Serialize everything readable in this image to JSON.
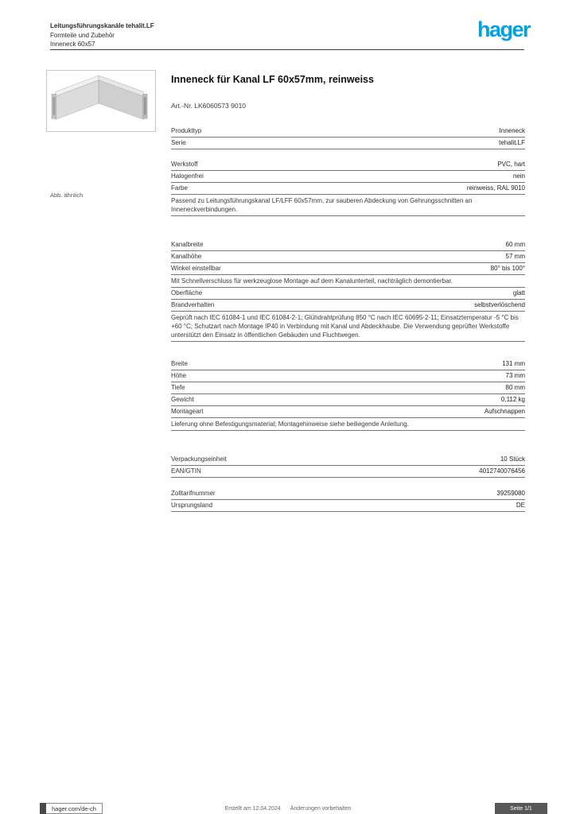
{
  "header": {
    "category_lines": [
      "Leitungsführungskanäle tehalit.LF",
      "Formteile und Zubehör",
      "Inneneck 60x57"
    ],
    "logo": "hager",
    "brand_color": "#00a3e2"
  },
  "product": {
    "title": "Inneneck für Kanal LF 60x57mm, reinweiss",
    "reference": "Art.-Nr. LK6060573 9010",
    "image_caption": "Abb. ähnlich"
  },
  "sections": [
    {
      "rows": [
        {
          "label": "Produkttyp",
          "value": "Inneneck"
        },
        {
          "label": "Serie",
          "value": "tehalit.LF"
        }
      ]
    },
    {
      "rows": [
        {
          "label": "Werkstoff",
          "value": "PVC, hart"
        },
        {
          "label": "Halogenfrei",
          "value": "nein"
        },
        {
          "label": "Farbe",
          "value": "reinweiss, RAL 9010"
        },
        {
          "long": "Passend zu Leitungsführungskanal LF/LFF 60x57mm, zur sauberen Abdeckung von Gehrungsschnitten an Inneneckverbindungen."
        }
      ]
    },
    {
      "rows": [
        {
          "label": "Kanalbreite",
          "value": "60 mm"
        },
        {
          "label": "Kanalhöhe",
          "value": "57 mm"
        },
        {
          "label": "Winkel einstellbar",
          "value": "80° bis 100°"
        },
        {
          "long": "Mit Schnellverschluss für werkzeuglose Montage auf dem Kanalunterteil, nachträglich demontierbar."
        },
        {
          "label": "Oberfläche",
          "value": "glatt"
        },
        {
          "label": "Brandverhalten",
          "value": "selbstverlöschend"
        },
        {
          "long": "Geprüft nach IEC 61084-1 und IEC 61084-2-1; Glühdrahtprüfung 850 °C nach IEC 60695-2-11; Einsatztemperatur -5 °C bis +60 °C; Schutzart nach Montage IP40 in Verbindung mit Kanal und Abdeckhaube. Die Verwendung geprüfter Werkstoffe unterstützt den Einsatz in öffentlichen Gebäuden und Fluchtwegen."
        }
      ]
    },
    {
      "rows": [
        {
          "label": "Breite",
          "value": "131 mm"
        },
        {
          "label": "Höhe",
          "value": "73 mm"
        },
        {
          "label": "Tiefe",
          "value": "80 mm"
        },
        {
          "label": "Gewicht",
          "value": "0,112 kg"
        },
        {
          "label": "Montageart",
          "value": "Aufschnappen"
        },
        {
          "long": "Lieferung ohne Befestigungsmaterial; Montagehinweise siehe beiliegende Anleitung."
        }
      ]
    },
    {
      "rows": [
        {
          "label": "Verpackungseinheit",
          "value": "10 Stück"
        },
        {
          "label": "EAN/GTIN",
          "value": "4012740076456"
        }
      ]
    },
    {
      "rows": [
        {
          "label": "Zolltarifnummer",
          "value": "39259080"
        },
        {
          "label": "Ursprungsland",
          "value": "DE"
        }
      ]
    }
  ],
  "footer": {
    "website": "hager.com/de-ch",
    "center_left": "Erstellt am 12.04.2024",
    "center_right": "Änderungen vorbehalten",
    "page_label": "Seite 1/1"
  }
}
